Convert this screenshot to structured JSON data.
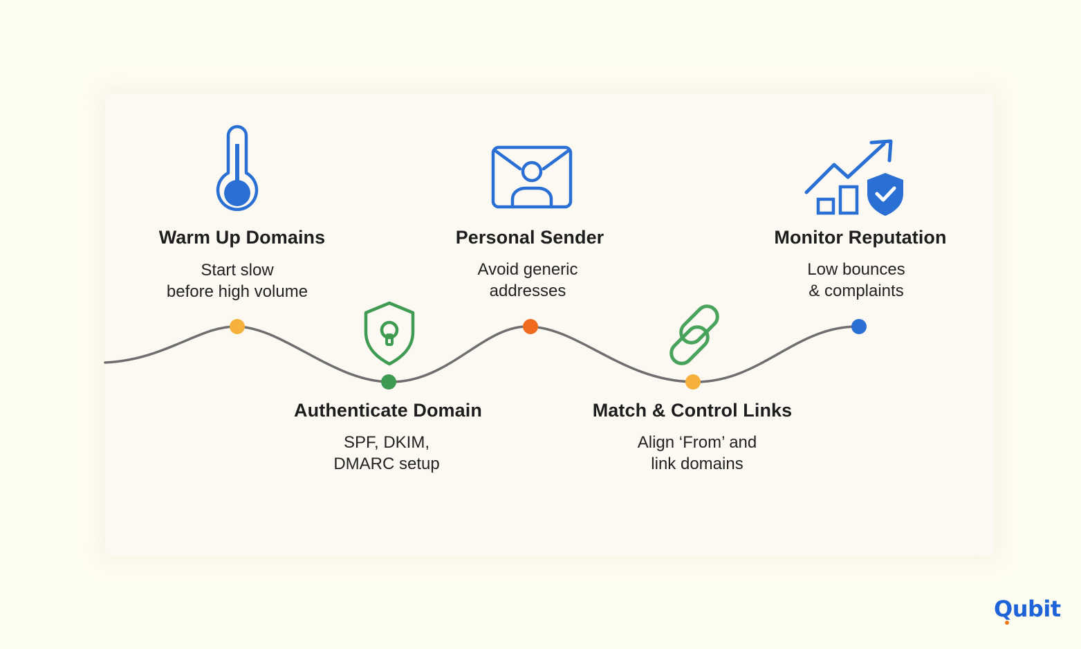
{
  "steps": [
    {
      "title": "Warm Up Domains",
      "desc": [
        "Start slow",
        "before high volume"
      ],
      "icon": "thermometer-icon",
      "dot_color": "#f6b03c"
    },
    {
      "title": "Authenticate Domain",
      "desc": [
        "SPF, DKIM,",
        "DMARC setup"
      ],
      "icon": "shield-keyhole-icon",
      "dot_color": "#3f9a52"
    },
    {
      "title": "Personal Sender",
      "desc": [
        "Avoid generic",
        "addresses"
      ],
      "icon": "envelope-person-icon",
      "dot_color": "#f06a1f"
    },
    {
      "title": "Match & Control Links",
      "desc": [
        "Align ‘From’ and",
        "link domains"
      ],
      "icon": "chain-link-icon",
      "dot_color": "#f6b03c"
    },
    {
      "title": "Monitor Reputation",
      "desc": [
        "Low bounces",
        "& complaints"
      ],
      "icon": "growth-chart-shield-icon",
      "dot_color": "#2a6fd4"
    }
  ],
  "colors": {
    "blue": "#2a6fd4",
    "green": "#3f9a52",
    "line": "#6e6e6e"
  },
  "brand": {
    "name": "Qubit"
  }
}
